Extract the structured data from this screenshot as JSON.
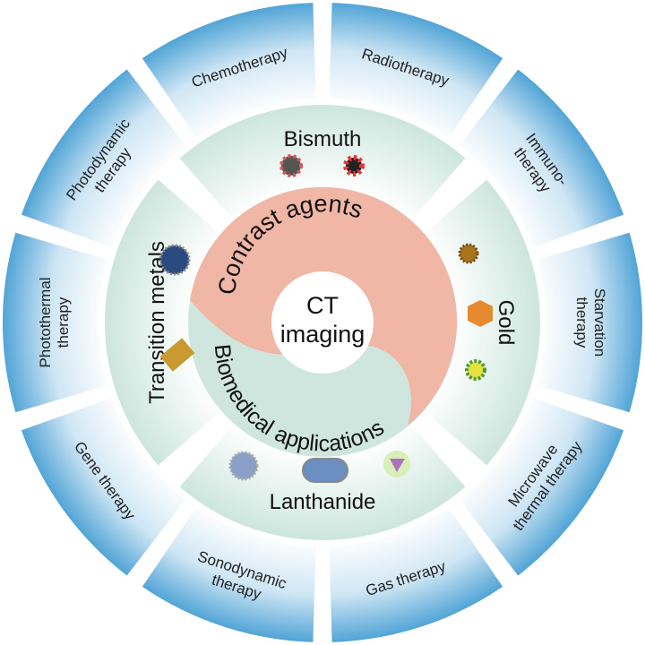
{
  "center": {
    "line1": "CT",
    "line2": "imaging"
  },
  "inner": {
    "top": "Contrast agents",
    "bottom": "Biomedical applications"
  },
  "middle": [
    {
      "id": "bismuth",
      "label": "Bismuth"
    },
    {
      "id": "gold",
      "label": "Gold"
    },
    {
      "id": "lanthanide",
      "label": "Lanthanide"
    },
    {
      "id": "transition",
      "label": "Transition metals"
    }
  ],
  "outer": [
    {
      "id": "radiotherapy",
      "lines": [
        "Radiotherapy"
      ]
    },
    {
      "id": "immunotherapy",
      "lines": [
        "Immuno-",
        "therapy"
      ]
    },
    {
      "id": "starvation",
      "lines": [
        "Starvation",
        "therapy"
      ]
    },
    {
      "id": "microwave",
      "lines": [
        "Microwave",
        "thermal therapy"
      ]
    },
    {
      "id": "gas",
      "lines": [
        "Gas therapy"
      ]
    },
    {
      "id": "sonodynamic",
      "lines": [
        "Sonodynamic",
        "therapy"
      ]
    },
    {
      "id": "gene",
      "lines": [
        "Gene therapy"
      ]
    },
    {
      "id": "photothermal",
      "lines": [
        "Photothermal",
        "therapy"
      ]
    },
    {
      "id": "photodynamic",
      "lines": [
        "Photodynamic",
        "therapy"
      ]
    },
    {
      "id": "chemotherapy",
      "lines": [
        "Chemotherapy"
      ]
    }
  ],
  "colors": {
    "outer_edge": "#4fa3d6",
    "middle": "#d6ebe4",
    "pink": "#f0b6a6",
    "green": "#cfe6df"
  }
}
